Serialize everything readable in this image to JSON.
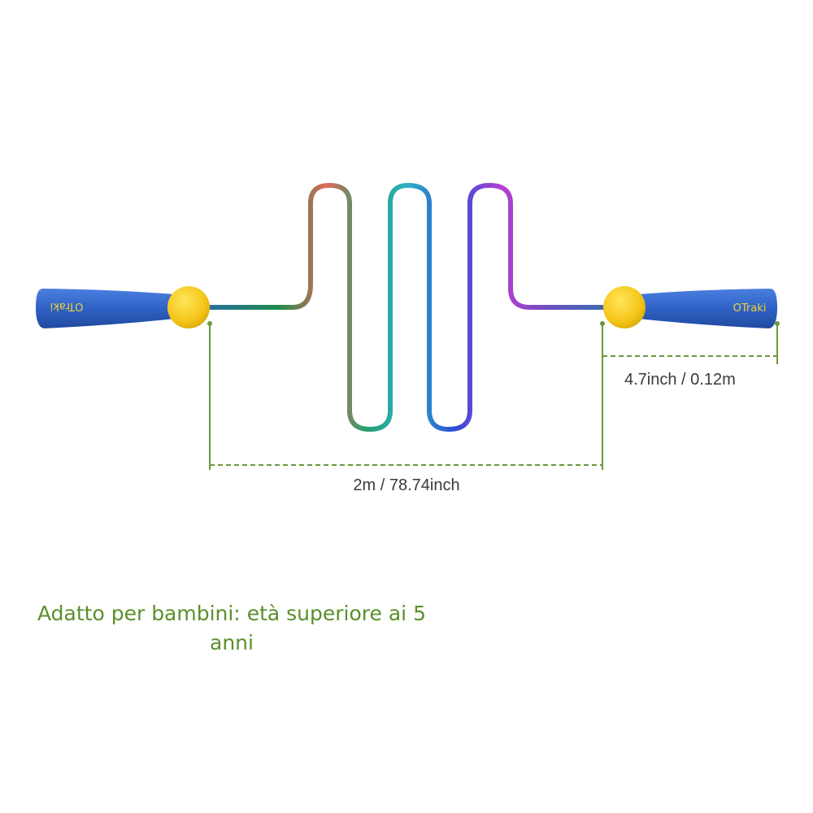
{
  "brand": "OTraki",
  "dimensions": {
    "rope_length": "2m / 78.74inch",
    "handle_length": "4.7inch / 0.12m"
  },
  "age_note": "Adatto per bambini: età superiore ai 5 anni",
  "colors": {
    "handle": "#2f62c4",
    "knob": "#f5c518",
    "dimension_line": "#6a9a3a",
    "note_text": "#5a8f2a",
    "rope_gradient": [
      "#1f8a4c",
      "#33b88a",
      "#e06a5a",
      "#2fb1c4",
      "#2a4fd6",
      "#b63fd0",
      "#7a4fc0"
    ]
  },
  "icons": [
    "jump-rope-illustration",
    "dimension-arrow-icon"
  ]
}
